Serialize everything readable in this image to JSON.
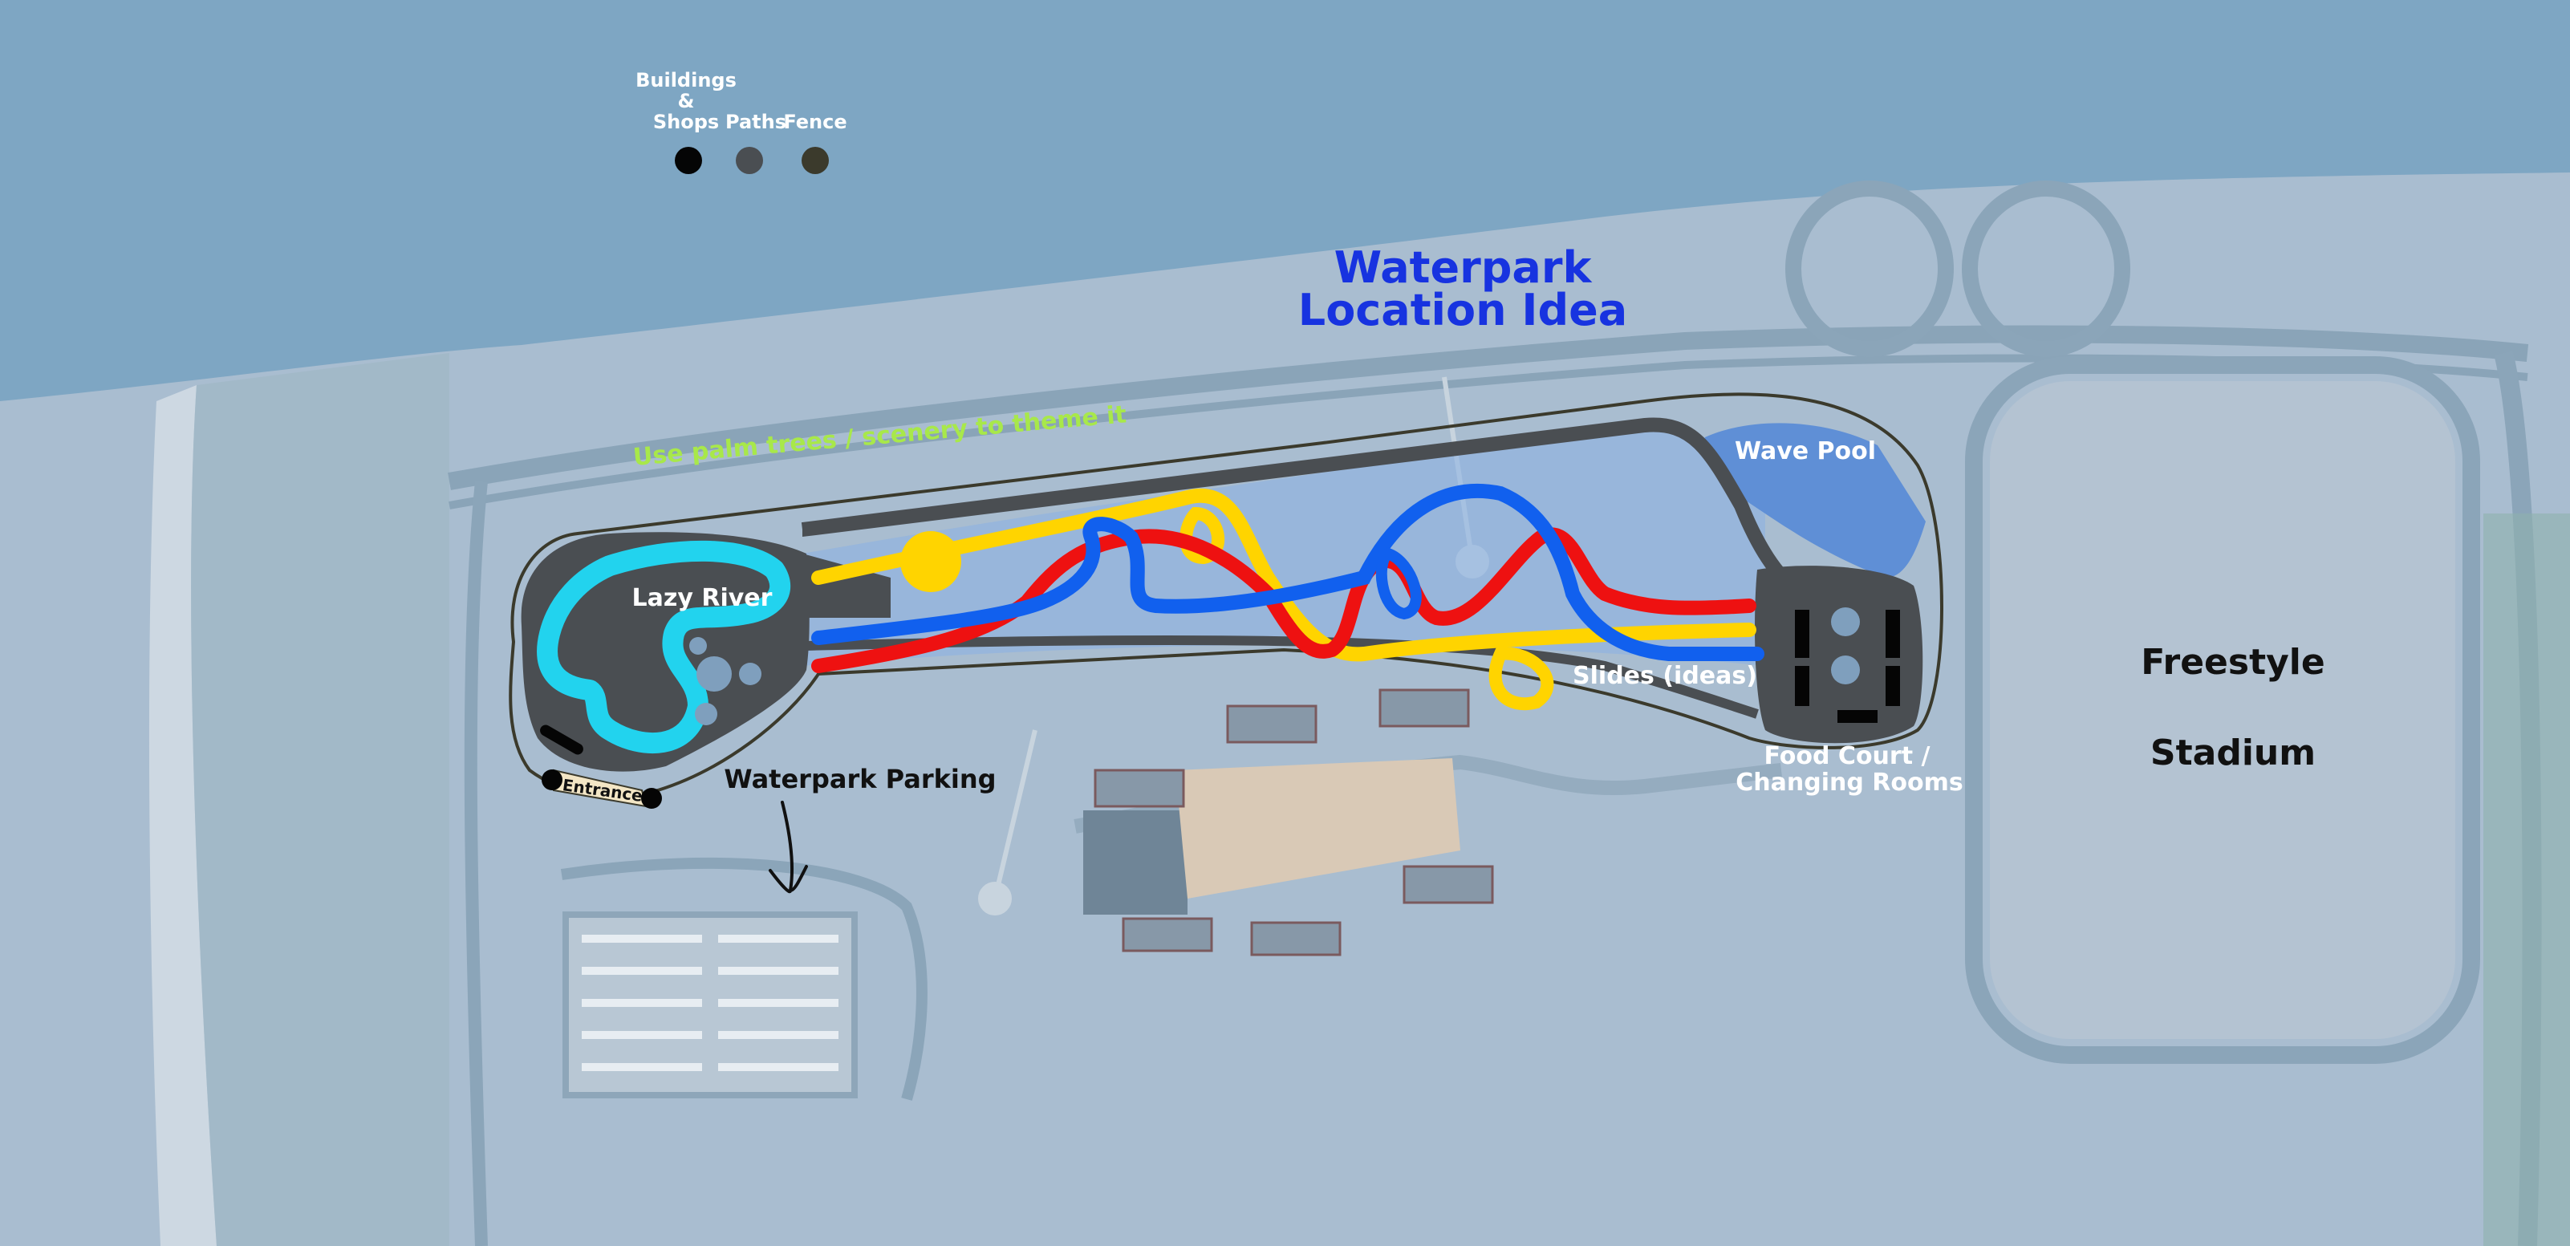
{
  "title": {
    "line1": "Waterpark",
    "line2": "Location Idea"
  },
  "legend": {
    "items": [
      {
        "label_lines": [
          "Buildings",
          "&",
          "Shops"
        ],
        "color": "#050505"
      },
      {
        "label_lines": [
          "Paths"
        ],
        "color": "#4a4e52"
      },
      {
        "label_lines": [
          "Fence"
        ],
        "color": "#3b3a2c"
      }
    ]
  },
  "labels": {
    "palm_note": "Use palm trees / scenery to theme it",
    "lazy_river": "Lazy River",
    "wave_pool": "Wave Pool",
    "slides": "Slides (ideas)",
    "food_court_line1": "Food Court /",
    "food_court_line2": "Changing Rooms",
    "entrance": "Entrance",
    "parking": "Waterpark Parking",
    "stadium_line1": "Freestyle",
    "stadium_line2": "Stadium"
  },
  "colors": {
    "sea": "#7ea6c3",
    "land": "#a9bdd0",
    "title": "#1733e0",
    "palm_note": "#a8e84a",
    "lazy_river": "#22d3ee",
    "slide_yellow": "#ffd400",
    "slide_red": "#ee1111",
    "slide_blue": "#1160ee",
    "wave_pool": "#5f8fd6",
    "paths": "#4a4e52",
    "buildings": "#050505",
    "fence": "#3b3a2c"
  }
}
